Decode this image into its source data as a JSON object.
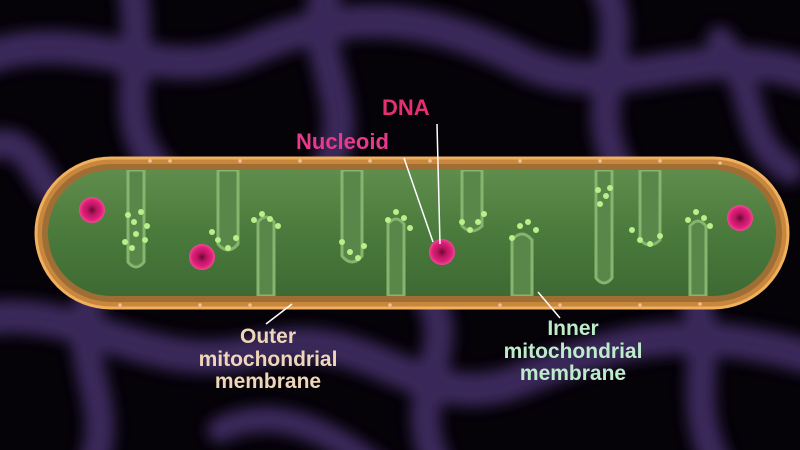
{
  "labels": {
    "dna": "DNA",
    "nucleoid": "Nucleoid",
    "outer_membrane": [
      "Outer",
      "mitochondrial",
      "membrane"
    ],
    "inner_membrane": [
      "Inner",
      "mitochondrial",
      "membrane"
    ]
  },
  "colors": {
    "background": "#050208",
    "network": "#3e2a5e",
    "outer_membrane": "#e09a45",
    "matrix": "#4d7a3f",
    "cristae": "#6a9c58",
    "nucleoid": "#e0207a",
    "particles": "#b8f08a",
    "dna_label": "#e3306f",
    "nucleoid_label": "#e83a8a",
    "outer_label": "#f0d6b8",
    "inner_label": "#bdeccb"
  }
}
